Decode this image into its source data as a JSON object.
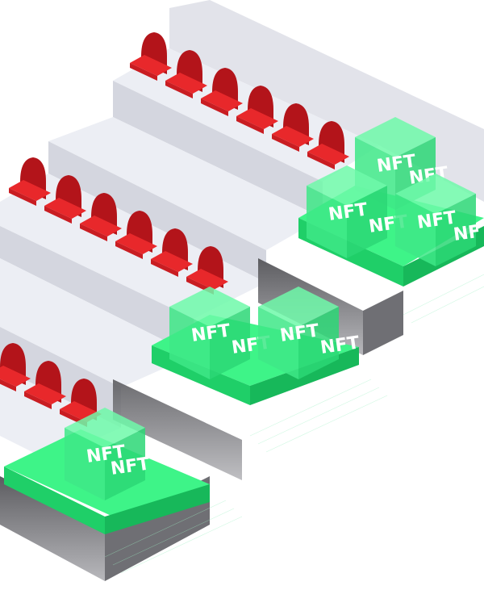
{
  "illustration": {
    "cube_labels": [
      "NFT",
      "NFT",
      "NFT",
      "NFT",
      "NFT",
      "NFT",
      "NFT",
      "NFT",
      "NFT",
      "NFT",
      "NFT",
      "NFT"
    ],
    "colors": {
      "background": "#ffffff",
      "step_top": "#e7e8ef",
      "step_front": "#d3d5de",
      "seat_red": "#e8282b",
      "seat_dark": "#b3141a",
      "nft_green": "#37f07f",
      "nft_green_dark": "#16b35a",
      "platform_gray": "#8a8a8e"
    }
  }
}
